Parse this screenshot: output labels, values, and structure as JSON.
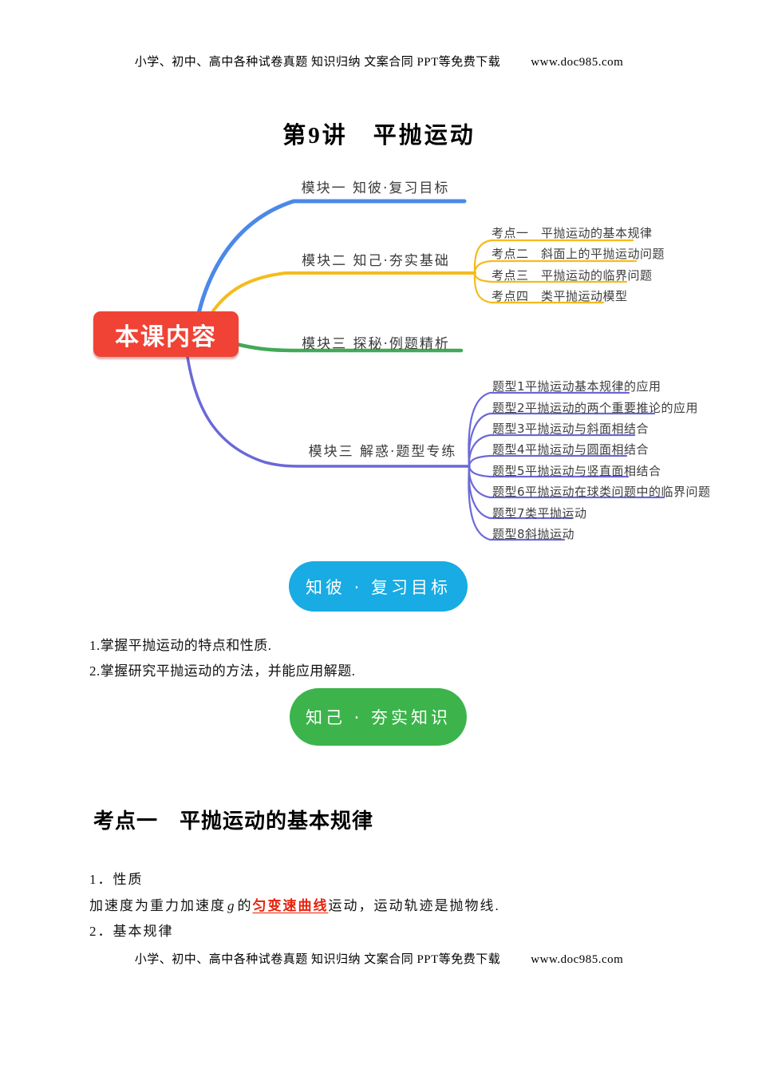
{
  "runner": {
    "text": "小学、初中、高中各种试卷真题 知识归纳 文案合同 PPT等免费下载",
    "url": "www.doc985.com"
  },
  "title": "第9讲　平抛运动",
  "mindmap": {
    "root_label": "本课内容",
    "colors": {
      "root": "#f04335",
      "branch_blue": "#4a89e8",
      "branch_yellow": "#f5bb1d",
      "branch_green": "#42a957",
      "branch_purple": "#6b68d8"
    },
    "branches": [
      {
        "label": "模块一 知彼·复习目标",
        "children": []
      },
      {
        "label": "模块二 知己·夯实基础",
        "children": [
          "考点一　平抛运动的基本规律",
          "考点二　斜面上的平抛运动问题",
          "考点三　平抛运动的临界问题",
          "考点四　类平抛运动模型"
        ]
      },
      {
        "label": "模块三 探秘·例题精析",
        "children": []
      },
      {
        "label": "模块三 解惑·题型专练",
        "children": [
          "题型1平抛运动基本规律的应用",
          "题型2平抛运动的两个重要推论的应用",
          "题型3平抛运动与斜面相结合",
          "题型4平抛运动与圆面相结合",
          "题型5平抛运动与竖直面相结合",
          "题型6平抛运动在球类问题中的临界问题",
          "题型7类平抛运动",
          "题型8斜抛运动"
        ]
      }
    ]
  },
  "pills": {
    "blue": {
      "label": "知彼 · 复习目标",
      "color": "#18abe4"
    },
    "green": {
      "label": "知己 · 夯实知识",
      "color": "#3cb44b"
    }
  },
  "goals": [
    "1.掌握平抛运动的特点和性质.",
    "2.掌握研究平抛运动的方法，并能应用解题."
  ],
  "section1": {
    "heading": "考点一　平抛运动的基本规律",
    "item1": "1．性质",
    "sentence": {
      "pre": "加速度为重力加速度",
      "g": "g",
      "mid": "的",
      "red": "匀变速曲线",
      "post": "运动，运动轨迹是抛物线.",
      "red_color": "#e8210a"
    },
    "item2": "2．基本规律"
  }
}
